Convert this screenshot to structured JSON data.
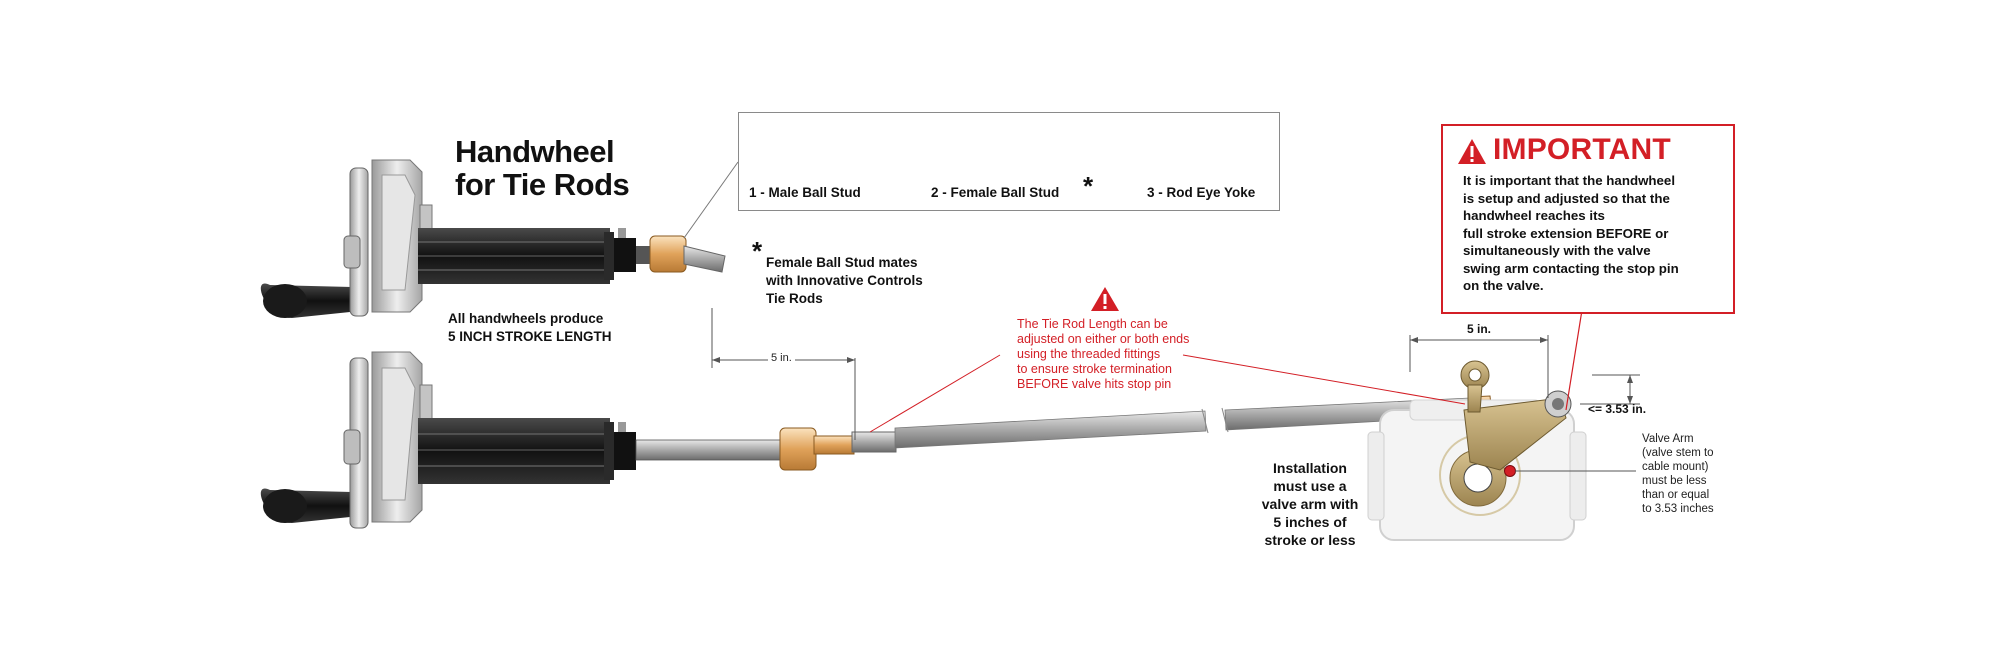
{
  "title": {
    "line1": "Handwheel",
    "line2": "for Tie Rods"
  },
  "stroke_note": {
    "line1": "All handwheels produce",
    "line2": "5 INCH STROKE LENGTH"
  },
  "legend": {
    "items": [
      {
        "label": "1 - Male Ball Stud",
        "icon": "male-ball-stud-icon"
      },
      {
        "label": "2 - Female Ball Stud",
        "icon": "female-ball-stud-icon",
        "marker": "*"
      },
      {
        "label": "3 - Rod Eye Yoke",
        "icon": "rod-eye-yoke-icon"
      }
    ]
  },
  "female_note": {
    "marker": "*",
    "line1": "Female Ball Stud mates",
    "line2": "with Innovative Controls",
    "line3": "Tie Rods"
  },
  "dimension_top": {
    "label": "5 in."
  },
  "tie_rod_note": {
    "icon": "warning-triangle-icon",
    "lines": [
      "The Tie Rod Length can be",
      "adjusted on either or both ends",
      "using the threaded fittings",
      "to ensure stroke termination",
      "BEFORE valve hits stop pin"
    ]
  },
  "important": {
    "icon": "warning-triangle-icon",
    "title": "IMPORTANT",
    "lines": [
      "It is important that the handwheel",
      "is setup and adjusted so that the",
      "handwheel reaches its",
      "full stroke extension BEFORE or",
      "simultaneously with the valve",
      "swing arm contacting the stop pin",
      "on the valve."
    ]
  },
  "valve_dimension": {
    "width_label": "5 in.",
    "height_label": "<= 3.53 in."
  },
  "installation_note": {
    "lines": [
      "Installation",
      "must use a",
      "valve arm with",
      "5 inches of",
      "stroke or less"
    ]
  },
  "valve_arm_note": {
    "lines": [
      "Valve Arm",
      "(valve stem to",
      "cable mount)",
      "must be less",
      "than or equal",
      "to 3.53 inches"
    ]
  },
  "colors": {
    "accent_red": "#d31f26",
    "brass": "#d9a25e",
    "valve_arm_tan": "#b39a62",
    "cylinder_black": "#1b1b1b"
  }
}
